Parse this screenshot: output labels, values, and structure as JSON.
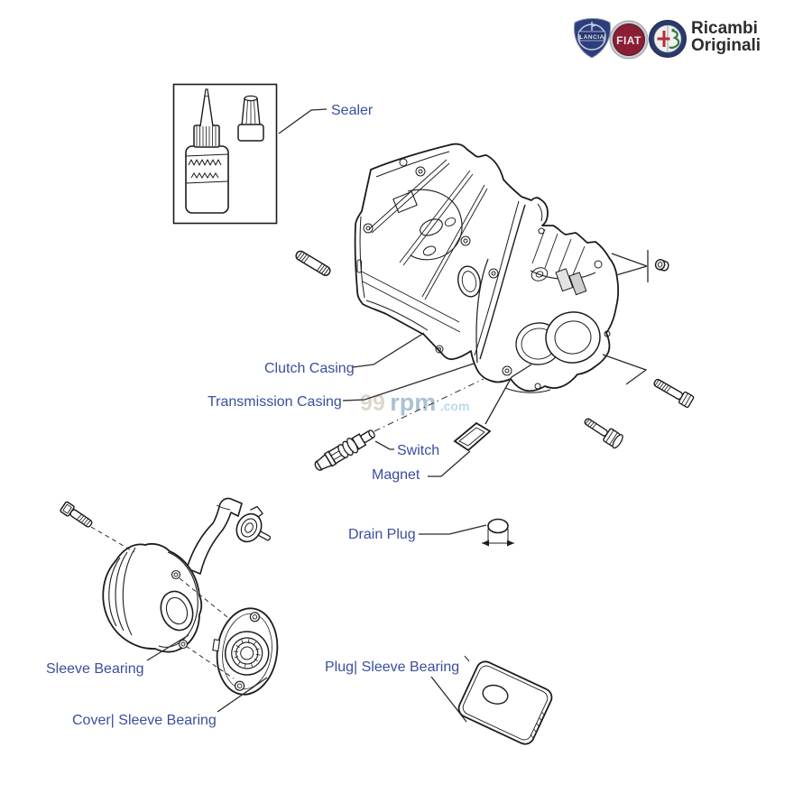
{
  "header": {
    "brand": {
      "line1": "Ricambi",
      "line2": "Originali"
    },
    "logos": {
      "lancia_text": "LANCIA",
      "fiat_text": "FIAT",
      "lancia_icon": "lancia-badge",
      "fiat_icon": "fiat-badge",
      "alfa_icon": "alfa-romeo-badge"
    }
  },
  "watermark": {
    "prefix": "99",
    "name": "rpm",
    "suffix": ".com"
  },
  "labels": {
    "sealer": "Sealer",
    "clutch_casing": "Clutch Casing",
    "transmission_casing": "Transmission Casing",
    "switch": "Switch",
    "magnet": "Magnet",
    "drain_plug": "Drain Plug",
    "sleeve_bearing": "Sleeve Bearing",
    "cover_sleeve_bearing": "Cover| Sleeve Bearing",
    "plug_sleeve_bearing": "Plug| Sleeve Bearing"
  },
  "colors": {
    "label_blue": "#3a4e9f",
    "line_dark": "#1c1c1c",
    "watermark_blue": "#9cb8cc",
    "fiat_red": "#8a1f33",
    "lancia_blue": "#2c3e7e",
    "alfa_navy": "#2a3a6d"
  }
}
